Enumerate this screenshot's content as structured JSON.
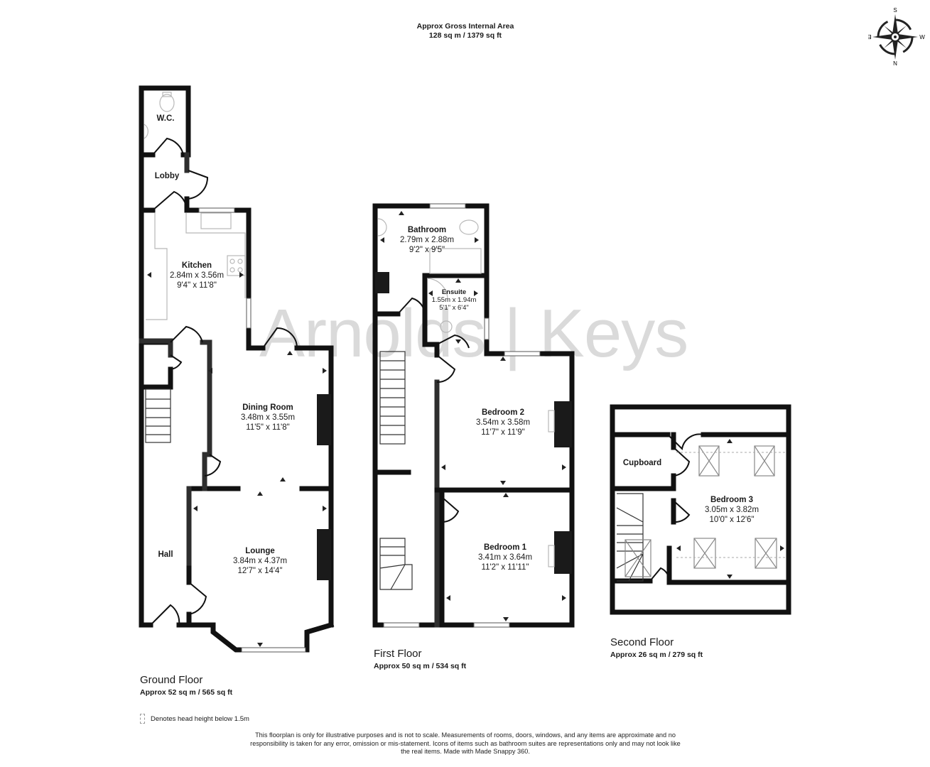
{
  "header": {
    "title": "Approx Gross Internal Area",
    "area": "128 sq m / 1379 sq ft"
  },
  "compass": {
    "icon": "compass-rose-icon",
    "top": "S",
    "bottom": "N",
    "left": "E",
    "right": "W"
  },
  "watermark": "Arnolds | Keys",
  "floors": {
    "ground": {
      "title": "Ground Floor",
      "area": "Approx 52 sq m / 565 sq ft",
      "rooms": {
        "wc": {
          "name": "W.C."
        },
        "lobby": {
          "name": "Lobby"
        },
        "kitchen": {
          "name": "Kitchen",
          "metric": "2.84m x 3.56m",
          "imperial": "9'4\" x 11'8\""
        },
        "dining": {
          "name": "Dining Room",
          "metric": "3.48m x 3.55m",
          "imperial": "11'5\" x 11'8\""
        },
        "lounge": {
          "name": "Lounge",
          "metric": "3.84m x 4.37m",
          "imperial": "12'7\" x 14'4\""
        },
        "hall": {
          "name": "Hall"
        }
      }
    },
    "first": {
      "title": "First Floor",
      "area": "Approx 50 sq m / 534 sq ft",
      "rooms": {
        "bathroom": {
          "name": "Bathroom",
          "metric": "2.79m x 2.88m",
          "imperial": "9'2\" x 9'5\""
        },
        "ensuite": {
          "name": "Ensuite",
          "metric": "1.55m x 1.94m",
          "imperial": "5'1\" x 6'4\""
        },
        "bedroom2": {
          "name": "Bedroom 2",
          "metric": "3.54m x 3.58m",
          "imperial": "11'7\" x 11'9\""
        },
        "bedroom1": {
          "name": "Bedroom 1",
          "metric": "3.41m x 3.64m",
          "imperial": "11'2\" x 11'11\""
        }
      }
    },
    "second": {
      "title": "Second Floor",
      "area": "Approx 26 sq m / 279 sq ft",
      "rooms": {
        "cupboard": {
          "name": "Cupboard"
        },
        "bedroom3": {
          "name": "Bedroom 3",
          "metric": "3.05m x 3.82m",
          "imperial": "10'0\" x 12'6\""
        }
      }
    }
  },
  "legend": {
    "text": "Denotes head height below 1.5m"
  },
  "disclaimer": "This floorplan is only for illustrative purposes and is not to scale. Measurements of rooms, doors, windows, and any items are approximate and no responsibility is taken for any error, omission or mis-statement. Icons of items such as bathroom suites are representations only and may not look like the real items. Made with Made Snappy 360.",
  "colors": {
    "wall": "#111111",
    "wall_shade": "#2e2e2e",
    "fixture": "#b8b8b8",
    "watermark": "#d4d4d4"
  }
}
